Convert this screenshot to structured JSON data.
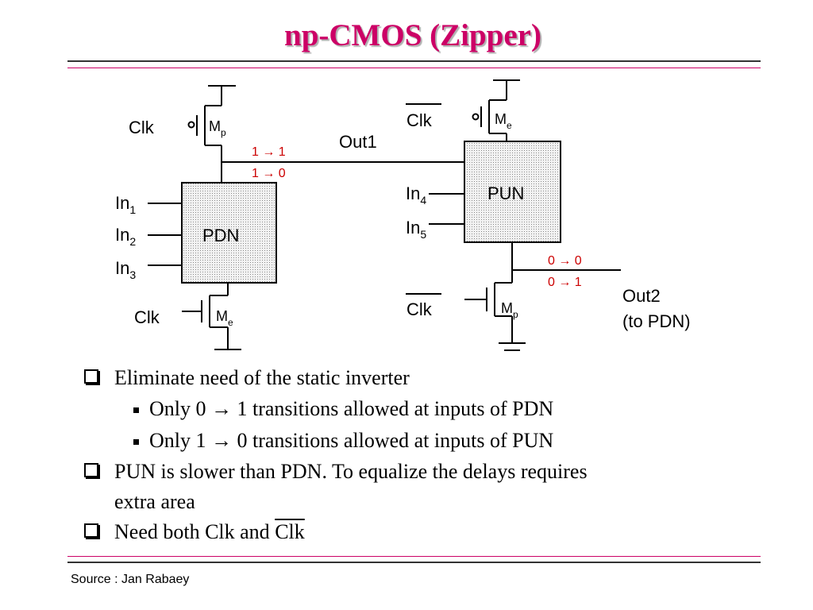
{
  "title": "np-CMOS (Zipper)",
  "colors": {
    "title": "#cc0066",
    "annotation": "#cc0000",
    "block_fill": "#e6e6e6"
  },
  "diagram": {
    "left_stage": {
      "clk": "Clk",
      "mp": "M",
      "mp_sub": "p",
      "pdn": "PDN",
      "in1": "In",
      "in1_sub": "1",
      "in2": "In",
      "in2_sub": "2",
      "in3": "In",
      "in3_sub": "3",
      "clk_bottom": "Clk",
      "me": "M",
      "me_sub": "e"
    },
    "out1": "Out1",
    "out1_transition_a": "1 → 1",
    "out1_transition_b": "1 → 0",
    "right_stage": {
      "clkbar_top": "Clk",
      "me": "M",
      "me_sub": "e",
      "pun": "PUN",
      "in4": "In",
      "in4_sub": "4",
      "in5": "In",
      "in5_sub": "5",
      "clkbar_bottom": "Clk",
      "mp": "M",
      "mp_sub": "p"
    },
    "out2_transition_a": "0 → 0",
    "out2_transition_b": "0 → 1",
    "out2": "Out2",
    "out2_note": "(to PDN)"
  },
  "bullets": [
    {
      "text": "Eliminate need of the static inverter"
    },
    {
      "text": "Only 0 → 1 transitions allowed at inputs of PDN"
    },
    {
      "text": "Only 1 → 0 transitions allowed at inputs of PUN"
    },
    {
      "text_line1": "PUN is slower than PDN. To equalize the delays requires",
      "text_line2": "extra area"
    },
    {
      "text_prefix": "Need both Clk and ",
      "text_overline": "Clk"
    }
  ],
  "source": "Source : Jan Rabaey"
}
